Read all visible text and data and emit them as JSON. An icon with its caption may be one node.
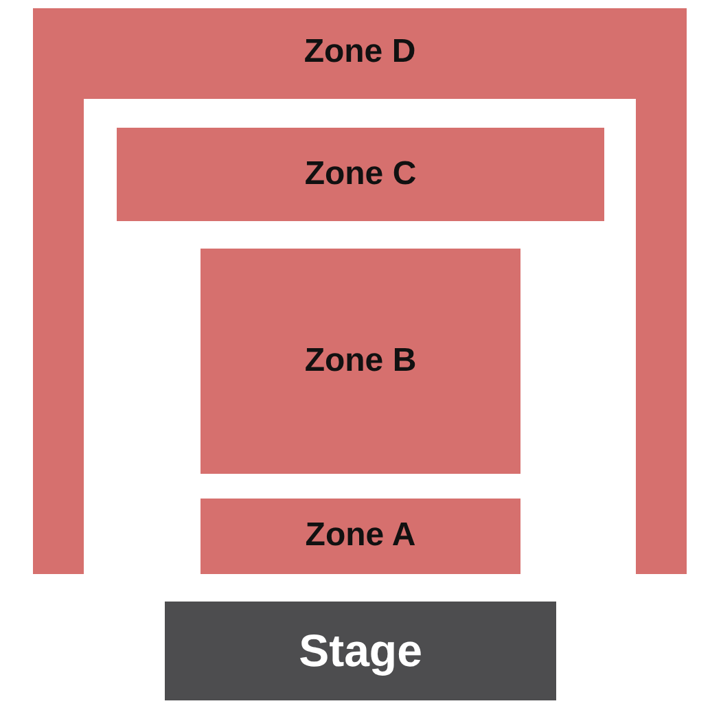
{
  "diagram": {
    "nodes": [
      {
        "text": [
          "Zone D"
        ]
      },
      {
        "text": [
          "Zone C"
        ]
      },
      {
        "text": [
          "Zone B"
        ]
      },
      {
        "text": [
          "Zone A"
        ]
      },
      {
        "text": [
          "Stage"
        ]
      }
    ]
  }
}
